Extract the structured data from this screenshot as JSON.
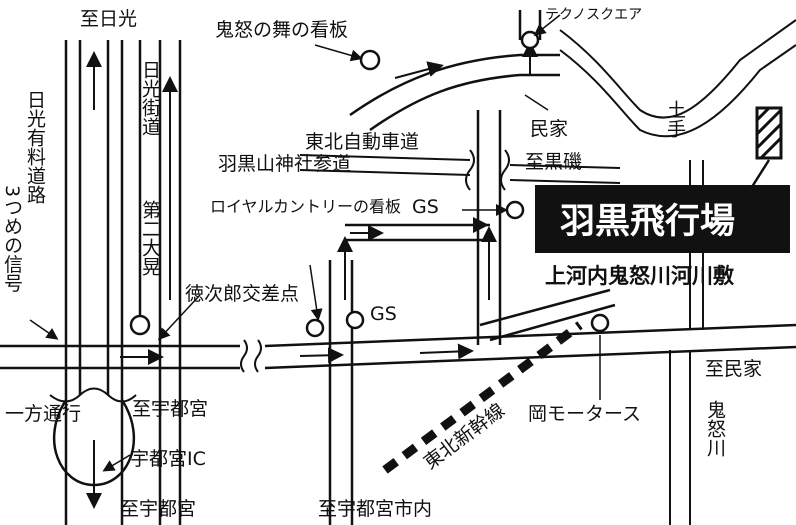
{
  "map": {
    "title": "羽黒飛行場",
    "subtitle": "上河内鬼怒川河川敷",
    "labels": {
      "to_nikko": "至日光",
      "nikko_kaido": "日光街道",
      "nikko_yuryo": "日光有料道路",
      "mittsume": "3つめの信号",
      "daini_oaki": "第二大晃",
      "onimai": "鬼怒の舞の看板",
      "techno": "テクノスクエア",
      "tohoku_exp": "東北自動車道",
      "haguro_sando": "羽黒山神社参道",
      "minka": "民家",
      "dote": "土手",
      "to_kuroiso": "至黒磯",
      "gs1": "GS",
      "gs2": "GS",
      "royal": "ロイヤルカントリーの看板",
      "tokujiro": "徳次郎交差点",
      "ippo": "一方通行",
      "to_utsu1": "至宇都宮",
      "utsu_ic": "宇都宮IC",
      "to_utsu2": "至宇都宮",
      "to_utsu_city": "至宇都宮市内",
      "to_minka": "至民家",
      "kinugawa": "鬼怒川",
      "shinkansen": "東北新幹線",
      "oka_motors": "岡モータース"
    }
  }
}
